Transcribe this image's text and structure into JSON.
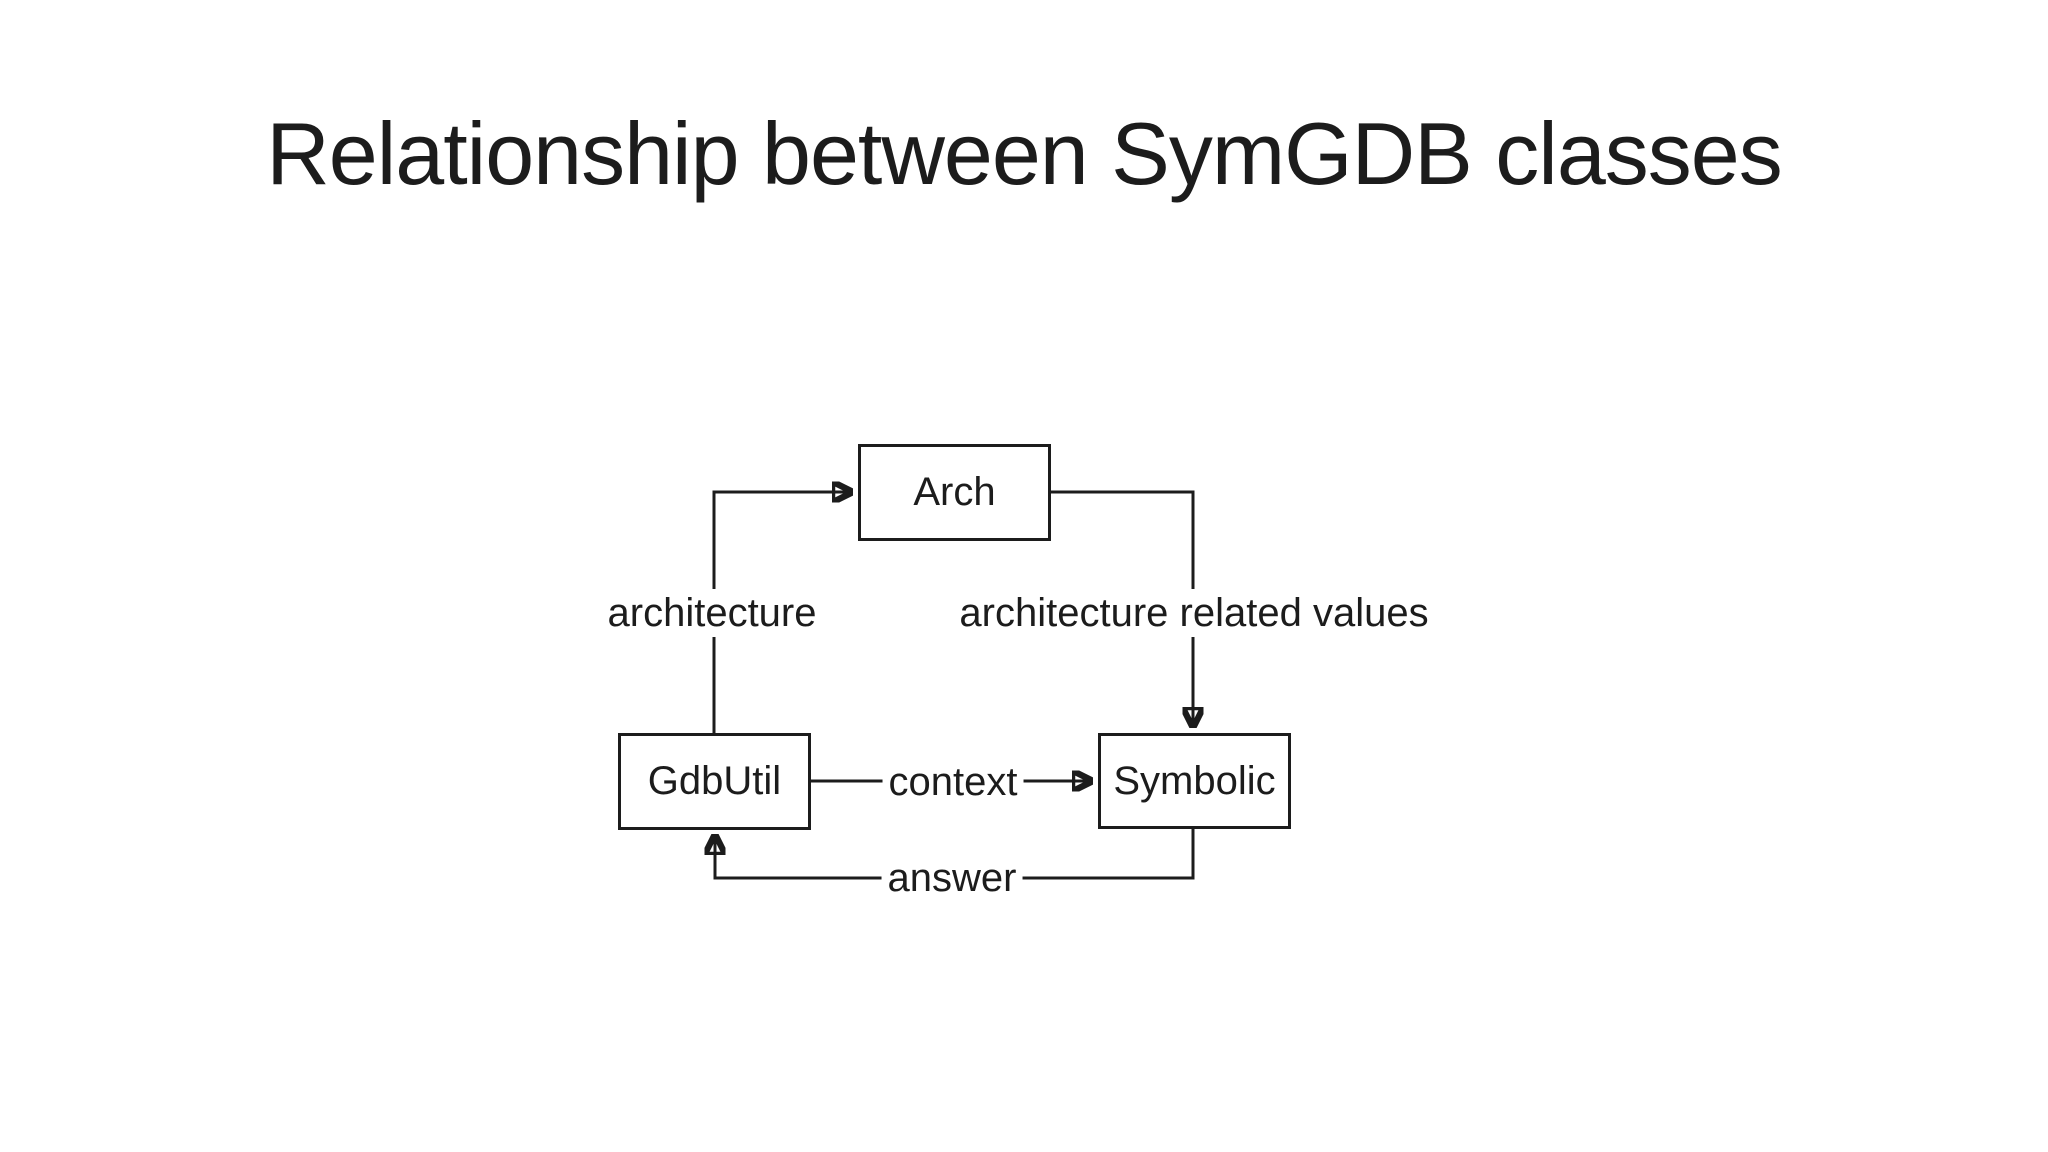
{
  "slide": {
    "title": "Relationship between SymGDB classes"
  },
  "diagram": {
    "nodes": [
      {
        "id": "arch",
        "label": "Arch"
      },
      {
        "id": "gdbutil",
        "label": "GdbUtil"
      },
      {
        "id": "symbolic",
        "label": "Symbolic"
      }
    ],
    "edges": [
      {
        "from": "GdbUtil",
        "to": "Arch",
        "label": "architecture"
      },
      {
        "from": "Arch",
        "to": "Symbolic",
        "label": "architecture related values"
      },
      {
        "from": "GdbUtil",
        "to": "Symbolic",
        "label": "context"
      },
      {
        "from": "Symbolic",
        "to": "GdbUtil",
        "label": "answer"
      }
    ],
    "colors": {
      "ink": "#1c1c1c",
      "background": "#ffffff"
    }
  }
}
